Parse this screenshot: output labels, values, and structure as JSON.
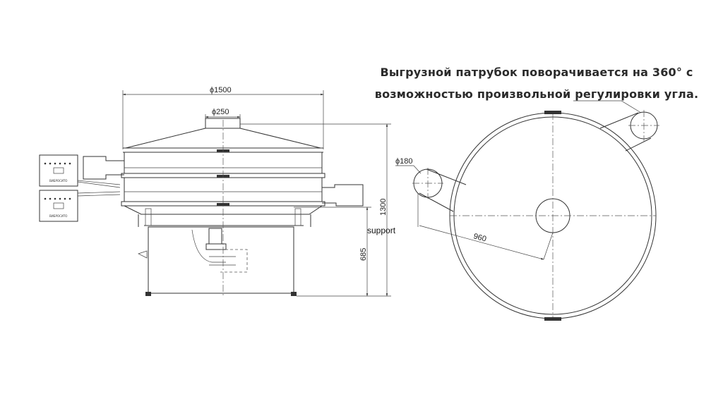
{
  "caption": {
    "line1": "Выгрузной патрубок поворачивается на 360° с",
    "line2": "возможностью произвольной регулировки угла."
  },
  "dimensions": {
    "body_diameter": "ϕ1500",
    "inlet_diameter": "ϕ250",
    "outlet_diameter": "ϕ180",
    "total_height": "1300",
    "support_height": "685",
    "outlet_radius": "960"
  },
  "labels": {
    "support": "support",
    "control_box_top": "ВИБРОСИТО",
    "control_box_bottom": "ВИБРОСИТО"
  }
}
